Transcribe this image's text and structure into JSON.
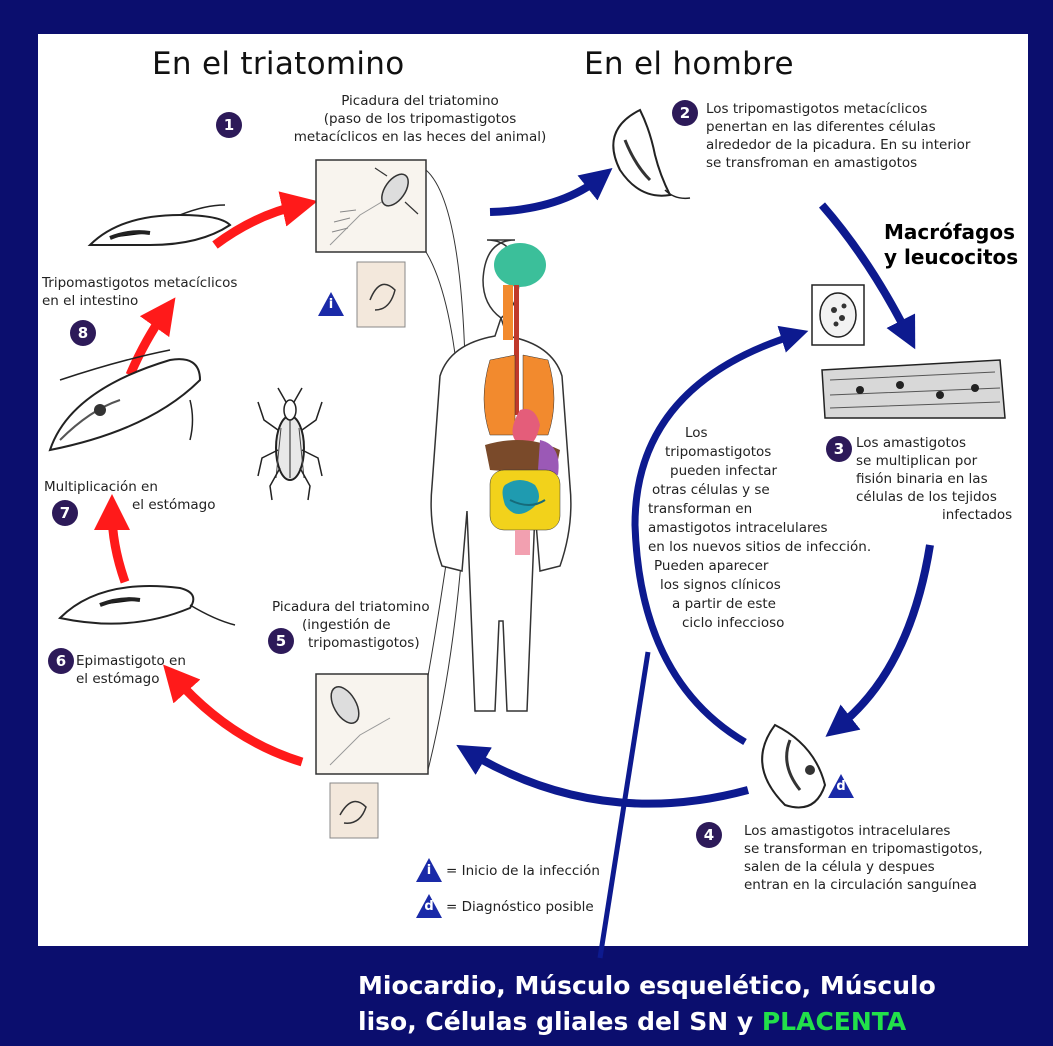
{
  "colors": {
    "frame": "#0b0e6e",
    "arrow_red": "#ff1a1a",
    "arrow_blue": "#0d1a8f",
    "badge": "#2d1a59",
    "highlight_green": "#22e04a"
  },
  "headings": {
    "left": "En el triatomino",
    "right": "En el hombre"
  },
  "steps": {
    "s1": {
      "num": "1",
      "lines": [
        "Picadura del triatomino",
        "(paso de los tripomastigotos",
        "metacíclicos en las heces del animal)"
      ]
    },
    "s2": {
      "num": "2",
      "lines": [
        "Los tripomastigotos metacíclicos",
        "penertan en las diferentes células",
        "alrededor de la picadura. En su interior",
        "se transfroman en amastigotos"
      ]
    },
    "s3": {
      "num": "3",
      "lines": [
        "Los amastigotos",
        "se multiplican por",
        "fisión binaria en las",
        "células de los tejidos",
        "infectados"
      ]
    },
    "s4": {
      "num": "4",
      "lines": [
        "Los amastigotos intracelulares",
        "se transforman en tripomastigotos,",
        "salen de la célula y  despues",
        "entran en la circulación sanguínea"
      ]
    },
    "s5": {
      "num": "5",
      "lines": [
        "Picadura del triatomino",
        "(ingestión de",
        "tripomastigotos)"
      ]
    },
    "s6": {
      "num": "6",
      "lines": [
        "Epimastigoto en",
        "el estómago"
      ]
    },
    "s7": {
      "num": "7",
      "lines": [
        "Multiplicación en",
        "el estómago"
      ]
    },
    "s8": {
      "num": "8",
      "lines": [
        "Tripomastigotos metacíclicos",
        "en el intestino"
      ]
    }
  },
  "macrofagos": [
    "Macrófagos",
    "y leucocitos"
  ],
  "center_text": [
    "Los",
    "tripomastigotos",
    "pueden infectar",
    "otras células y se",
    "transforman en",
    "amastigotos intracelulares",
    "en los nuevos sitios de infección.",
    "Pueden aparecer",
    "los signos clínicos",
    "a partir de este",
    "ciclo infeccioso"
  ],
  "legend": {
    "i_symbol": "i",
    "i_text": "= Inicio de la infección",
    "d_symbol": "d",
    "d_text": "= Diagnóstico posible"
  },
  "markers": {
    "i": "i",
    "d": "d"
  },
  "bottom": {
    "line1": "Miocardio, Músculo esquelético, Músculo",
    "line2_a": "liso, Células gliales del SN y ",
    "line2_b": "PLACENTA"
  }
}
